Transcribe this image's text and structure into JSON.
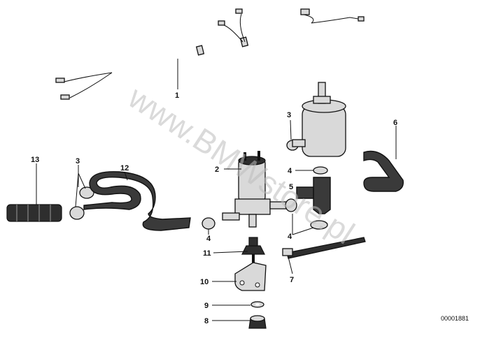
{
  "watermark": "www.BMWstore.pl",
  "figure_code": "00001881",
  "callouts": [
    {
      "id": "callout-1",
      "text": "1"
    },
    {
      "id": "callout-2",
      "text": "2"
    },
    {
      "id": "callout-3a",
      "text": "3"
    },
    {
      "id": "callout-3b",
      "text": "3"
    },
    {
      "id": "callout-4a",
      "text": "4"
    },
    {
      "id": "callout-4b",
      "text": "4"
    },
    {
      "id": "callout-4c",
      "text": "4"
    },
    {
      "id": "callout-5",
      "text": "5"
    },
    {
      "id": "callout-6",
      "text": "6"
    },
    {
      "id": "callout-7",
      "text": "7"
    },
    {
      "id": "callout-8",
      "text": "8"
    },
    {
      "id": "callout-9",
      "text": "9"
    },
    {
      "id": "callout-10",
      "text": "10"
    },
    {
      "id": "callout-11",
      "text": "11"
    },
    {
      "id": "callout-12",
      "text": "12"
    },
    {
      "id": "callout-13",
      "text": "13"
    }
  ]
}
